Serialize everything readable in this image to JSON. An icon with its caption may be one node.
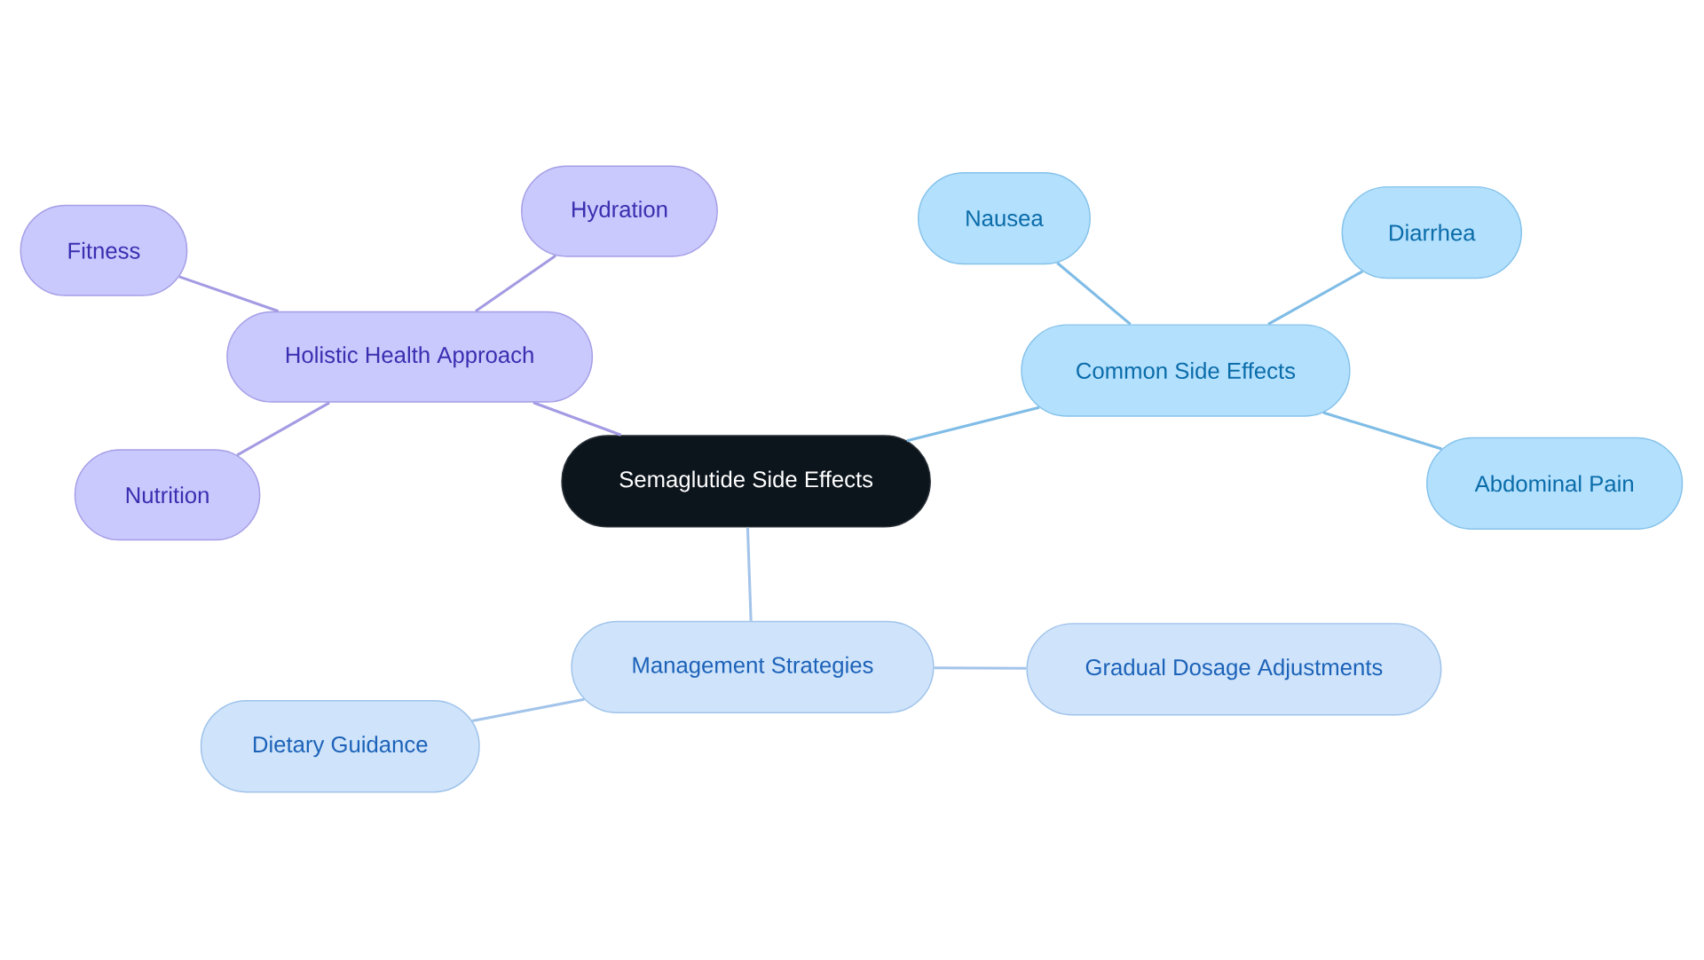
{
  "diagram": {
    "nodes": [
      {
        "text": [
          "Semaglutide Side Effects"
        ]
      },
      {
        "text": [
          "Holistic Health Approach"
        ]
      },
      {
        "text": [
          "Fitness"
        ]
      },
      {
        "text": [
          "Hydration"
        ]
      },
      {
        "text": [
          "Nutrition"
        ]
      },
      {
        "text": [
          "Common Side Effects"
        ]
      },
      {
        "text": [
          "Nausea"
        ]
      },
      {
        "text": [
          "Diarrhea"
        ]
      },
      {
        "text": [
          "Abdominal Pain"
        ]
      },
      {
        "text": [
          "Management Strategies"
        ]
      },
      {
        "text": [
          "Dietary Guidance"
        ]
      },
      {
        "text": [
          "Gradual Dosage Adjustments"
        ]
      }
    ],
    "edges": [
      {
        "from": 0,
        "to": 1,
        "arrow": "none",
        "color": "#a39be3"
      },
      {
        "from": 1,
        "to": 2,
        "arrow": "none",
        "color": "#a39be3"
      },
      {
        "from": 1,
        "to": 3,
        "arrow": "none",
        "color": "#a39be3"
      },
      {
        "from": 1,
        "to": 4,
        "arrow": "none",
        "color": "#a39be3"
      },
      {
        "from": 0,
        "to": 5,
        "arrow": "none",
        "color": "#7fbce6"
      },
      {
        "from": 5,
        "to": 6,
        "arrow": "none",
        "color": "#7fbce6"
      },
      {
        "from": 5,
        "to": 7,
        "arrow": "none",
        "color": "#7fbce6"
      },
      {
        "from": 5,
        "to": 8,
        "arrow": "none",
        "color": "#7fbce6"
      },
      {
        "from": 0,
        "to": 9,
        "arrow": "none",
        "color": "#a3c4ea"
      },
      {
        "from": 9,
        "to": 10,
        "arrow": "none",
        "color": "#a3c4ea"
      },
      {
        "from": 9,
        "to": 11,
        "arrow": "none",
        "color": "#a3c4ea"
      }
    ]
  }
}
